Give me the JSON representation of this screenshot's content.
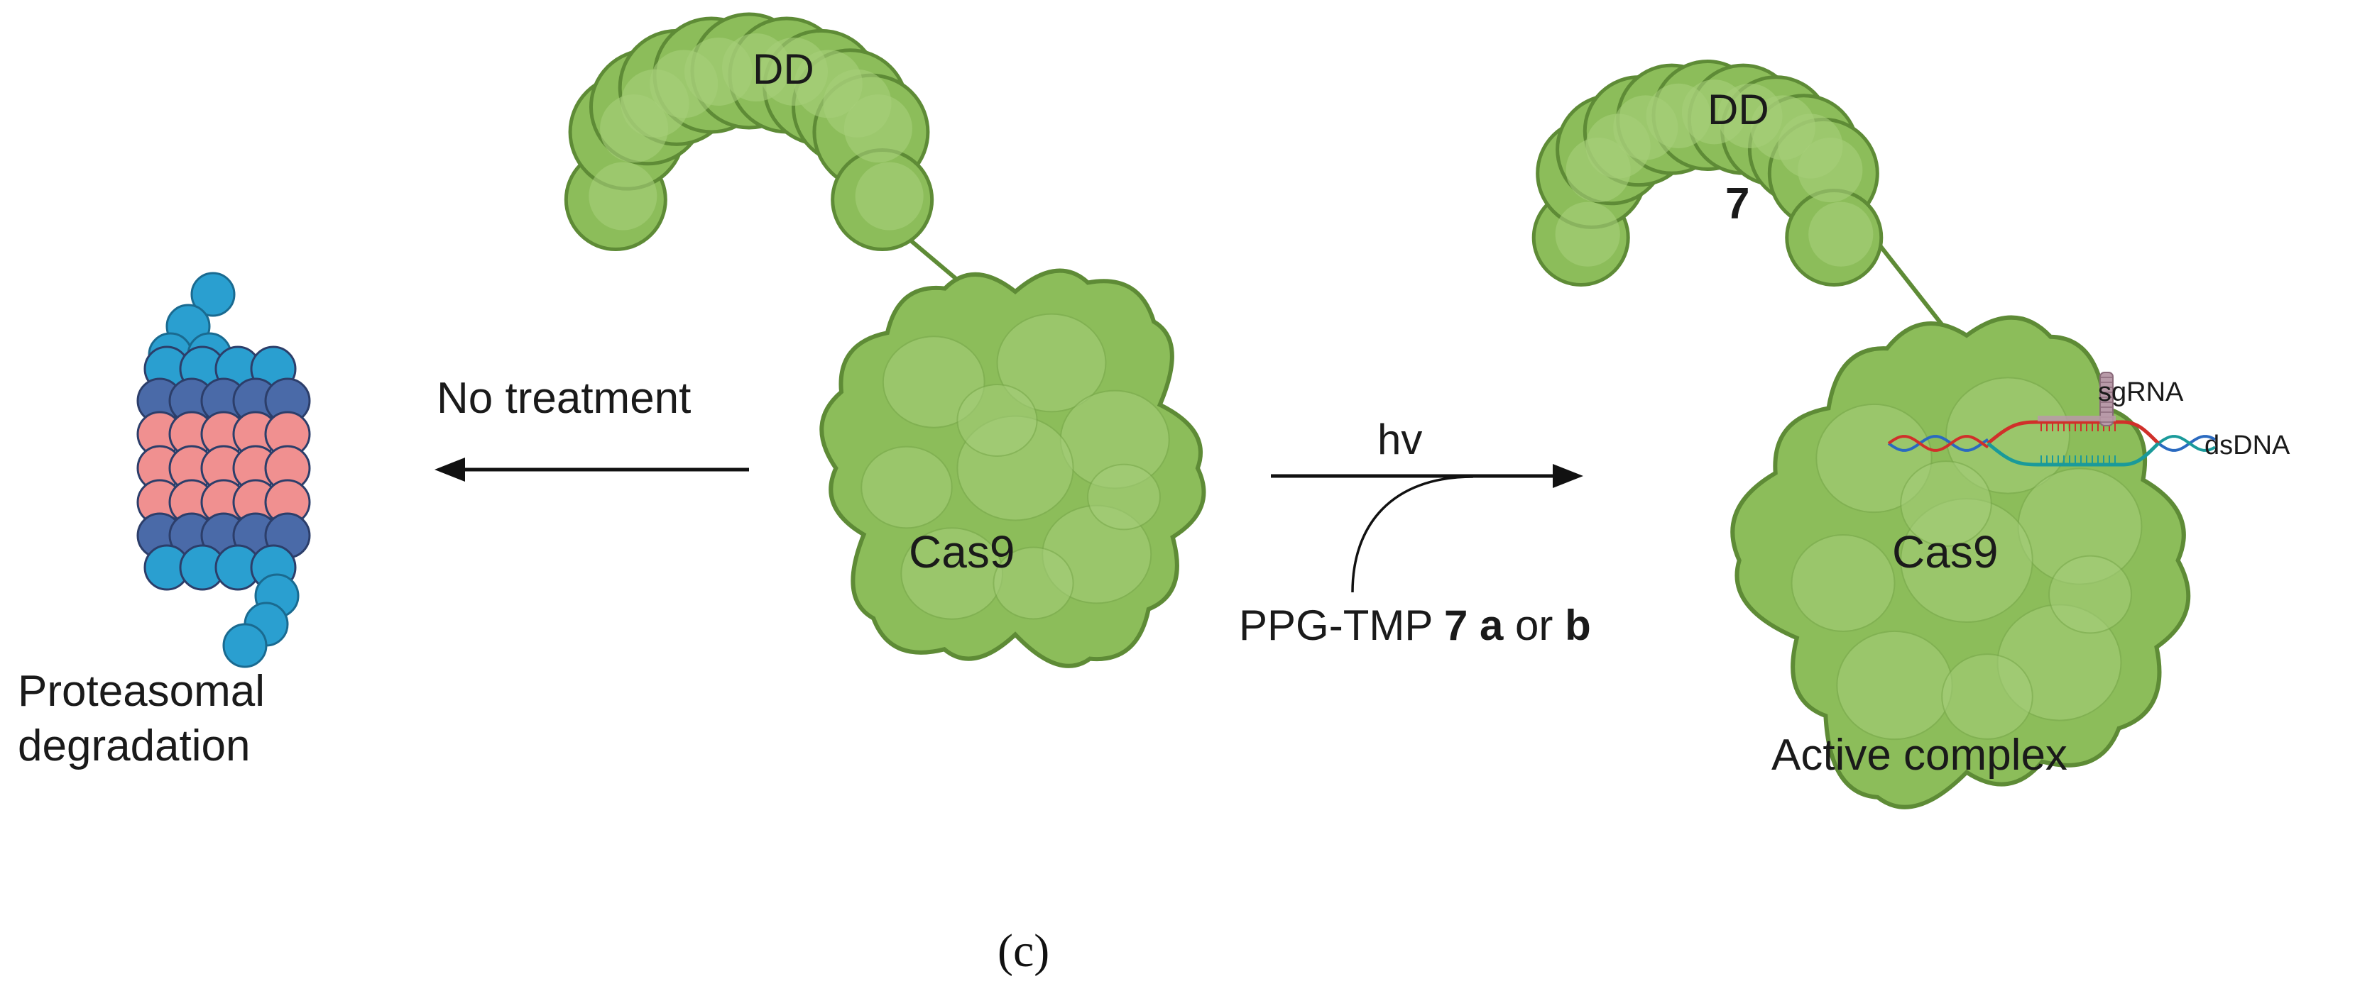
{
  "figure_label": "(c)",
  "degradation": {
    "label_line1": "Proteasomal",
    "label_line2": "degradation"
  },
  "left_arrow": {
    "label": "No treatment"
  },
  "construct_inactive": {
    "dd_label": "DD",
    "cas9_label": "Cas9"
  },
  "right_arrow": {
    "top_label": "hv",
    "reagent_prefix": "PPG-TMP ",
    "reagent_number": "7",
    "reagent_a": "a",
    "reagent_or": " or ",
    "reagent_b": "b"
  },
  "construct_active": {
    "dd_label": "DD",
    "ligand_label": "7",
    "cas9_label": "Cas9",
    "sgrna_label": "sgRNA",
    "dsdna_label": "dsDNA",
    "caption": "Active complex"
  },
  "colors": {
    "protein_fill": "#8cbd5a",
    "protein_edge": "#5e8b36",
    "protein_blob": "#a6cf7a",
    "proteasome_cyan": "#2a9fd0",
    "proteasome_navy": "#4a6aa8",
    "proteasome_pink": "#f09090",
    "dna_red": "#d0302a",
    "dna_teal": "#1a9a9a",
    "dna_blue": "#2a6ac0",
    "sgrna": "#b89aa8"
  }
}
